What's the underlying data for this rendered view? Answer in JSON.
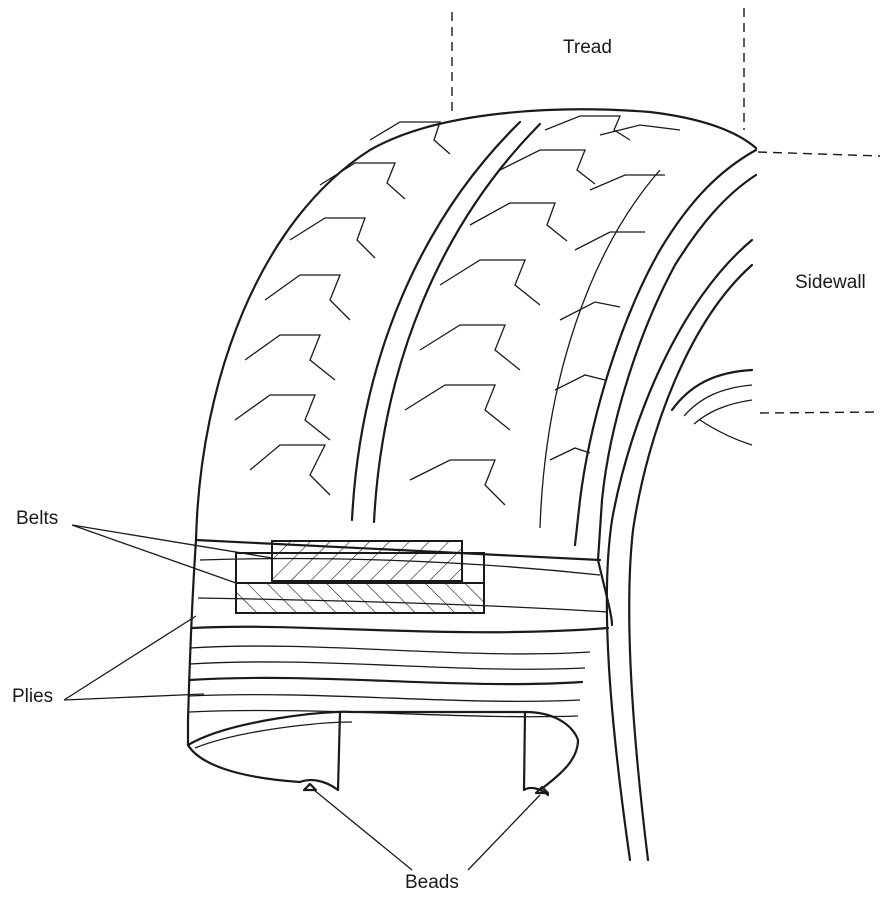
{
  "labels": {
    "tread": "Tread",
    "sidewall": "Sidewall",
    "belts": "Belts",
    "plies": "Plies",
    "beads": "Beads"
  }
}
